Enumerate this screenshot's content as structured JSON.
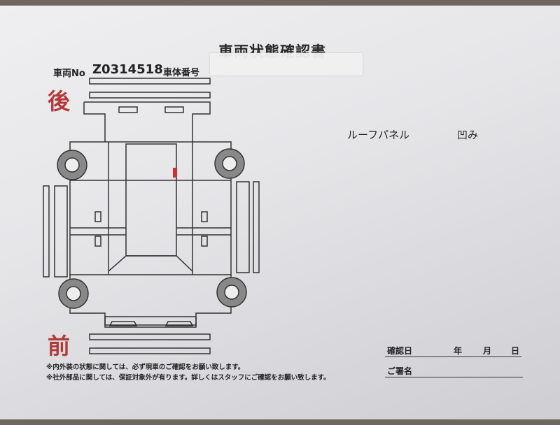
{
  "title": "車両状態確認書",
  "vehicle_no_label": "車両No",
  "vehicle_no": "Z0314518",
  "chassis_no_label": "車体番号",
  "rear_label": "後",
  "front_label": "前",
  "damage": {
    "part": "ルーフパネル",
    "type": "凹み"
  },
  "notes": [
    "※内外装の状態に関しては、必ず現車のご確認をお願い致します。",
    "※社外部品に関しては、保証対象外が有ります。詳しくはスタッフにご確認をお願い致します。"
  ],
  "confirm": {
    "date_label": "確認日",
    "year": "年",
    "month": "月",
    "day": "日",
    "signature_label": "ご署名"
  },
  "colors": {
    "accent_red": "#b23a3a",
    "damage_mark": "#d03030"
  }
}
